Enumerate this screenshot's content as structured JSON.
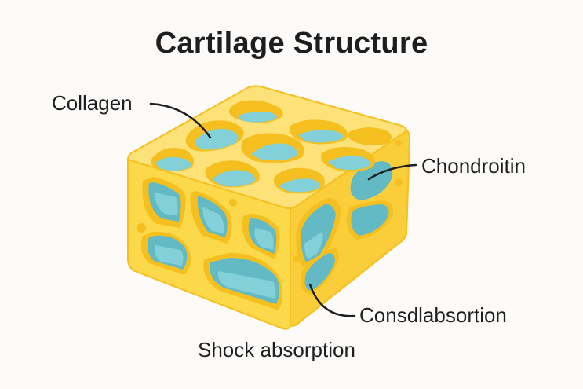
{
  "title": "Cartilage Structure",
  "labels": {
    "collagen": "Collagen",
    "chondroitin": "Chondroitin",
    "consdlabsortion": "Consdlabsortion",
    "shock_absorption": "Shock absorption"
  },
  "colors": {
    "background": "#fcfbf9",
    "matrix_yellow": "#fcd94a",
    "matrix_light": "#fde27a",
    "matrix_dark": "#f4bf1f",
    "pore_blue": "#84d0d9",
    "pore_blue_dark": "#63b9c4",
    "text": "#1e1e1e"
  }
}
